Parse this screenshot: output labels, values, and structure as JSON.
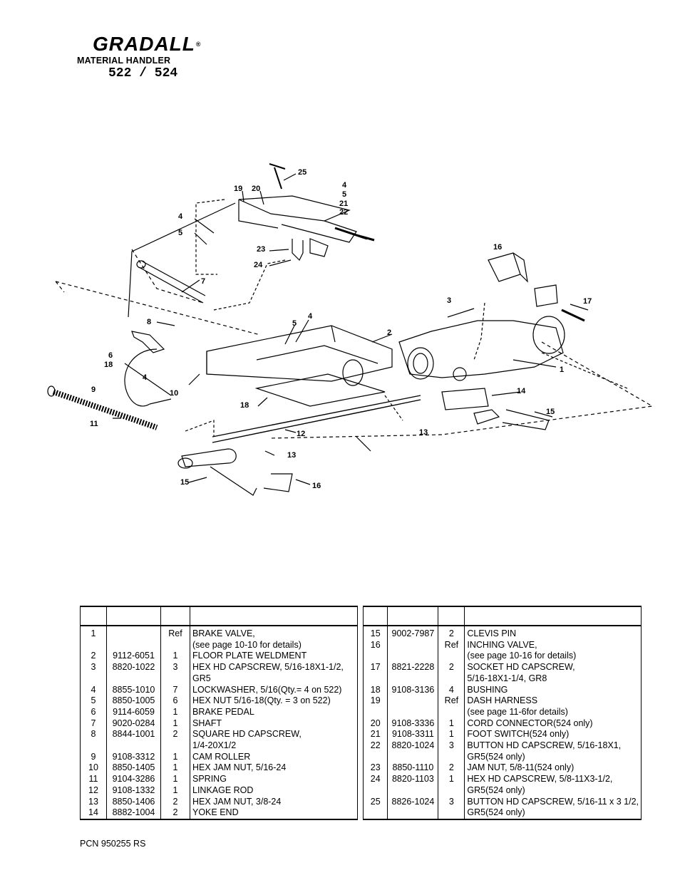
{
  "header": {
    "brand": "GRADALL",
    "registered": "®",
    "subtitle": "MATERIAL HANDLER",
    "model": "522 / 524"
  },
  "diagram": {
    "callouts": [
      "25",
      "19",
      "20",
      "4",
      "5",
      "21",
      "22",
      "4",
      "5",
      "23",
      "24",
      "7",
      "16",
      "3",
      "17",
      "8",
      "4",
      "5",
      "2",
      "6",
      "18",
      "1",
      "9",
      "4",
      "10",
      "14",
      "15",
      "11",
      "18",
      "13",
      "12",
      "13",
      "15",
      "16"
    ]
  },
  "parts_left": [
    {
      "item": "1",
      "part": "",
      "qty": "Ref",
      "desc": [
        "BRAKE VALVE,",
        "(see page 10-10 for details)"
      ]
    },
    {
      "item": "2",
      "part": "9112-6051",
      "qty": "1",
      "desc": [
        "FLOOR PLATE WELDMENT"
      ]
    },
    {
      "item": "3",
      "part": "8820-1022",
      "qty": "3",
      "desc": [
        "HEX HD CAPSCREW, 5/16-18X1-1/2,",
        "GR5"
      ]
    },
    {
      "item": "4",
      "part": "8855-1010",
      "qty": "7",
      "desc": [
        "LOCKWASHER, 5/16(Qty.= 4 on 522)"
      ]
    },
    {
      "item": "5",
      "part": "8850-1005",
      "qty": "6",
      "desc": [
        "HEX NUT 5/16-18(Qty. = 3 on 522)"
      ]
    },
    {
      "item": "6",
      "part": "9114-6059",
      "qty": "1",
      "desc": [
        "BRAKE PEDAL"
      ]
    },
    {
      "item": "7",
      "part": "9020-0284",
      "qty": "1",
      "desc": [
        "SHAFT"
      ]
    },
    {
      "item": "8",
      "part": "8844-1001",
      "qty": "2",
      "desc": [
        "SQUARE HD CAPSCREW,",
        "1/4-20X1/2"
      ]
    },
    {
      "item": "9",
      "part": "9108-3312",
      "qty": "1",
      "desc": [
        "CAM ROLLER"
      ]
    },
    {
      "item": "10",
      "part": "8850-1405",
      "qty": "1",
      "desc": [
        "HEX JAM NUT, 5/16-24"
      ]
    },
    {
      "item": "11",
      "part": "9104-3286",
      "qty": "1",
      "desc": [
        "SPRING"
      ]
    },
    {
      "item": "12",
      "part": "9108-1332",
      "qty": "1",
      "desc": [
        "LINKAGE ROD"
      ]
    },
    {
      "item": "13",
      "part": "8850-1406",
      "qty": "2",
      "desc": [
        "HEX JAM NUT, 3/8-24"
      ]
    },
    {
      "item": "14",
      "part": "8882-1004",
      "qty": "2",
      "desc": [
        "YOKE END"
      ]
    }
  ],
  "parts_right": [
    {
      "item": "15",
      "part": "9002-7987",
      "qty": "2",
      "desc": [
        "CLEVIS PIN"
      ]
    },
    {
      "item": "16",
      "part": "",
      "qty": "Ref",
      "desc": [
        "INCHING VALVE,",
        "(see page 10-16 for details)"
      ]
    },
    {
      "item": "17",
      "part": "8821-2228",
      "qty": "2",
      "desc": [
        "SOCKET HD CAPSCREW,",
        "5/16-18X1-1/4, GR8"
      ]
    },
    {
      "item": "18",
      "part": "9108-3136",
      "qty": "4",
      "desc": [
        "BUSHING"
      ]
    },
    {
      "item": "19",
      "part": "",
      "qty": "Ref",
      "desc": [
        "DASH HARNESS",
        "(see page 11-6for details)"
      ]
    },
    {
      "item": "20",
      "part": "9108-3336",
      "qty": "1",
      "desc": [
        "CORD CONNECTOR(524 only)"
      ]
    },
    {
      "item": "21",
      "part": "9108-3311",
      "qty": "1",
      "desc": [
        "FOOT SWITCH(524 only)"
      ]
    },
    {
      "item": "22",
      "part": "8820-1024",
      "qty": "3",
      "desc": [
        "BUTTON HD CAPSCREW, 5/16-18X1,",
        "GR5(524  only)"
      ]
    },
    {
      "item": "23",
      "part": "8850-1110",
      "qty": "2",
      "desc": [
        "JAM NUT, 5/8-11(524 only)"
      ]
    },
    {
      "item": "24",
      "part": "8820-1103",
      "qty": "1",
      "desc": [
        "HEX HD CAPSCREW, 5/8-11X3-1/2,",
        "GR5(524  only)"
      ]
    },
    {
      "item": "25",
      "part": "8826-1024",
      "qty": "3",
      "desc": [
        "BUTTON HD CAPSCREW, 5/16-11 x 3 1/2,",
        "GR5(524  only)"
      ]
    }
  ],
  "footer": {
    "pcn": "PCN 950255 RS"
  }
}
